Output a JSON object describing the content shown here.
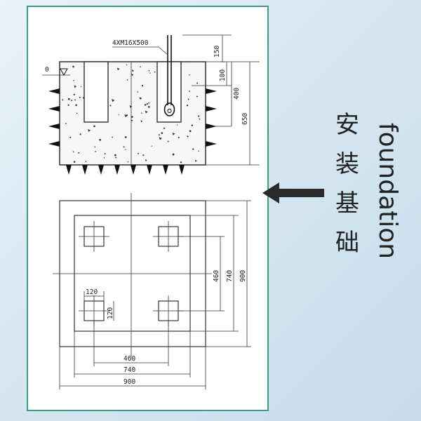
{
  "caption": {
    "chinese_chars": [
      "安",
      "装",
      "基",
      "础"
    ],
    "english": "foundation"
  },
  "drawing": {
    "anchor_bolt_label": "4XM16X500",
    "ground_level_label": "0",
    "section_dims": {
      "d150": "150",
      "d100": "100",
      "d400": "400",
      "d650": "650"
    },
    "plan_dims": {
      "side_460": "460",
      "side_740": "740",
      "side_900": "900",
      "bottom_460": "460",
      "bottom_740": "740",
      "bottom_900": "900",
      "pocket_w": "120",
      "pocket_h": "120"
    }
  },
  "colors": {
    "panel_border": "#3f9b86",
    "ink": "#222222",
    "arrow": "#2a2a2a"
  },
  "icons": {
    "arrow": "arrow-left-icon",
    "ground": "ground-level-triangle-icon"
  }
}
